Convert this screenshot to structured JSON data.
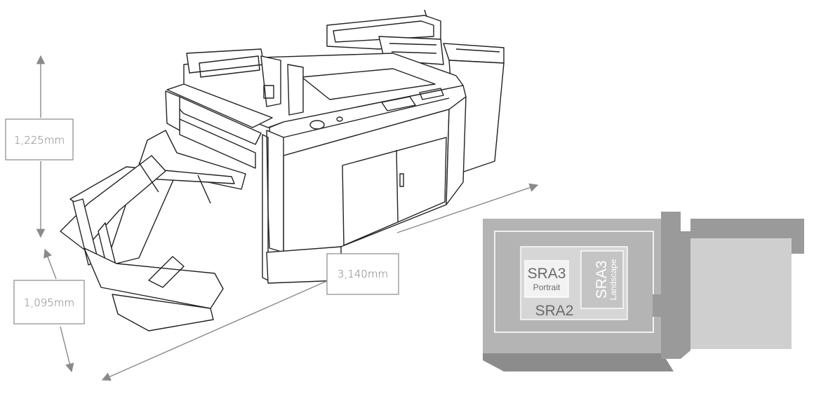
{
  "dimensions": {
    "height": "1,225mm",
    "depth": "1,095mm",
    "width": "3,140mm"
  },
  "paper_sizes": {
    "sra3_portrait_title": "SRA3",
    "sra3_portrait_sub": "Portrait",
    "sra3_landscape_title": "SRA3",
    "sra3_landscape_sub": "Landscape",
    "sra2": "SRA2"
  },
  "colors": {
    "line": "#222222",
    "arrow": "#8a8a8a",
    "bed_dark": "#8c8c8c",
    "bed_mid": "#b4b4b4",
    "bed_light": "#cfcfcf",
    "gantry": "#9a9a9a"
  }
}
